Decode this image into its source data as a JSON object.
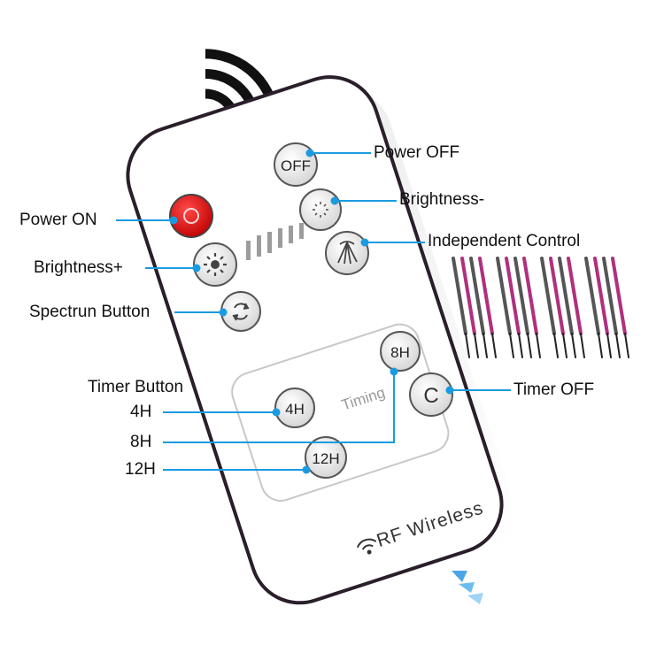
{
  "labels": {
    "power_on": "Power ON",
    "brightness_plus": "Brightness+",
    "spectrum": "Spectrun Button",
    "timer_button": "Timer Button",
    "t4h": "4H",
    "t8h": "8H",
    "t12h": "12H",
    "power_off": "Power OFF",
    "brightness_minus": "Brightness-",
    "independent": "Independent Control",
    "timer_off": "Timer OFF"
  },
  "remote": {
    "off_key": "OFF",
    "key_8h": "8H",
    "key_4h": "4H",
    "key_12h": "12H",
    "key_c": "C",
    "timing": "Timing",
    "brand": "RF Wireless"
  },
  "colors": {
    "accent_blue": "#1a9be0",
    "power_red": "#e01515"
  }
}
